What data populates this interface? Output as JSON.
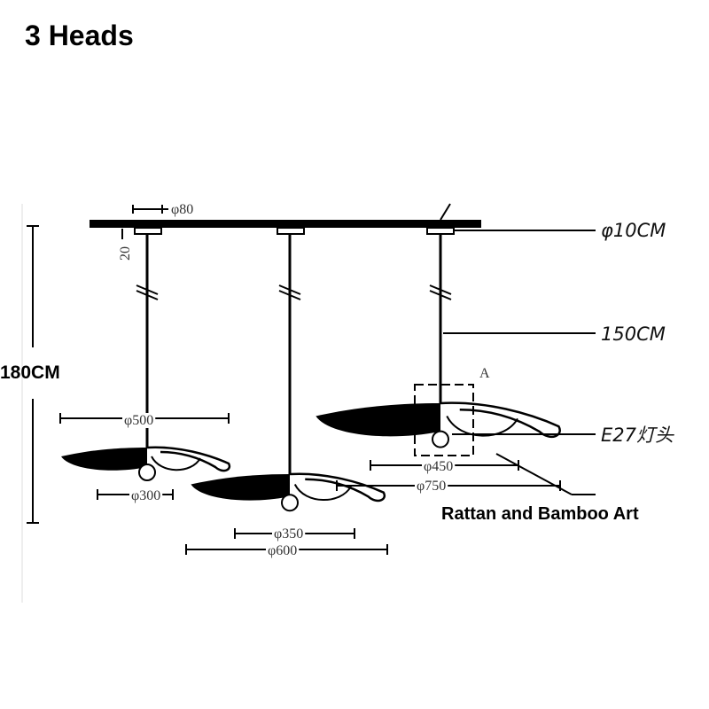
{
  "title": "3 Heads",
  "total_height": "180CM",
  "labels": {
    "canopy_diameter": "φ10CM",
    "cord_length": "150CM",
    "socket": "E27灯头",
    "brand": "Rattan and Bamboo Art",
    "detail_marker": "A",
    "canopy_width": "φ80",
    "canopy_height": "20"
  },
  "lamps": [
    {
      "outer": "φ500",
      "inner": "φ300"
    },
    {
      "outer": "φ600",
      "inner": "φ350"
    },
    {
      "outer": "φ750",
      "inner": "φ450"
    }
  ]
}
